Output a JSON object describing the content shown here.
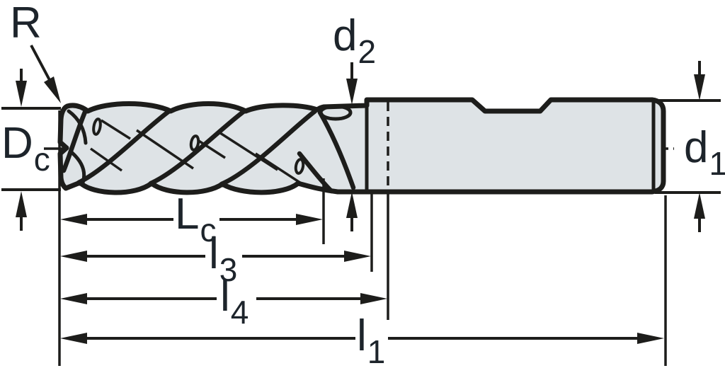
{
  "drawing": {
    "description": "Technical side-view dimension drawing of a 4-flute solid carbide end mill with neck and weldon shank",
    "colors": {
      "background": "#ffffff",
      "outline": "#1d1d1b",
      "body_fill": "#dee3e6",
      "text": "#1d242b"
    },
    "labels": {
      "corner_radius": {
        "main": "R",
        "sub": ""
      },
      "neck_diameter": {
        "main": "d",
        "sub": "2"
      },
      "cutting_diameter": {
        "main": "D",
        "sub": "c"
      },
      "shank_diameter": {
        "main": "d",
        "sub": "1"
      },
      "cutting_length": {
        "main": "L",
        "sub": "c"
      },
      "length_l3": {
        "main": "l",
        "sub": "3"
      },
      "length_l4": {
        "main": "l",
        "sub": "4"
      },
      "overall_length": {
        "main": "l",
        "sub": "1"
      }
    }
  }
}
